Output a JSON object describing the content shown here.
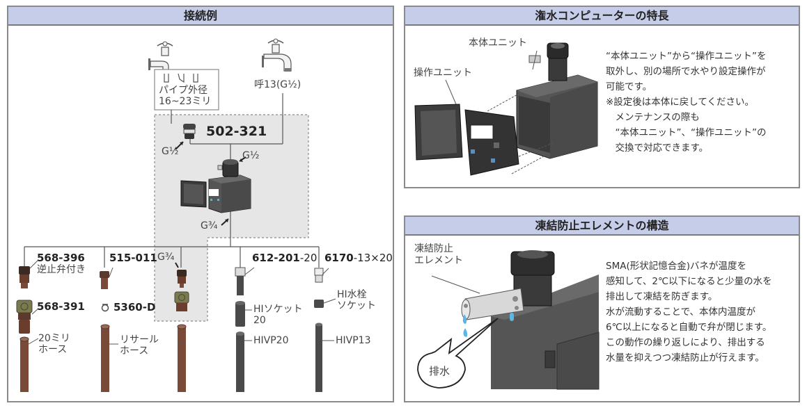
{
  "colors": {
    "header_bg": "#c6cde8",
    "panel_border": "#8a8a8a",
    "dashed_region": "#e6e6e6",
    "hose_brown": "#7a4a38",
    "pipe_gray": "#4a4a4a",
    "water_blue": "#5bb7e6"
  },
  "connection_panel": {
    "title": "接続例",
    "faucet_left": {
      "caption_line1": "パイプ外径",
      "caption_line2": "16~23ミリ"
    },
    "faucet_right": {
      "caption": "呼13(G½)"
    },
    "adapter": {
      "code": "502-321",
      "thread_label": "G½"
    },
    "controller": {
      "inlet_label": "G½",
      "outlet_label": "G¾"
    },
    "branches": [
      {
        "code": "568-396",
        "note": "逆止弁付き",
        "second_code": "568-391",
        "hose_label_line1": "20ミリ",
        "hose_label_line2": "ホース"
      },
      {
        "code": "515-011",
        "second_code": "5360-D",
        "hose_label_line1": "リサール",
        "hose_label_line2": "ホース"
      },
      {
        "thread_label": "G¾"
      },
      {
        "code": "612-201",
        "code_suffix": "-20",
        "socket_label_line1": "HIソケット",
        "socket_label_line2": "20",
        "pipe_label": "HIVP20"
      },
      {
        "code": "6170",
        "code_suffix": "-13×20",
        "socket_label_line1": "HI水栓",
        "socket_label_line2": "ソケット",
        "pipe_label": "HIVP13"
      }
    ]
  },
  "features_panel": {
    "title": "潅水コンピューターの特長",
    "label_main_unit": "本体ユニット",
    "label_control_unit": "操作ユニット",
    "description": [
      "“本体ユニット”から“操作ユニット”を",
      "取外し、別の場所で水やり設定操作が",
      "可能です。",
      "※設定後は本体に戻してください。",
      "　メンテナンスの際も",
      "　“本体ユニット”、“操作ユニット”の",
      "　交換で対応できます。"
    ]
  },
  "antifreeze_panel": {
    "title": "凍結防止エレメントの構造",
    "element_label_line1": "凍結防止",
    "element_label_line2": "エレメント",
    "drain_label": "排水",
    "description": [
      "SMA(形状記憶合金)バネが温度を",
      "感知して、2℃以下になると少量の水を",
      "排出して凍結を防ぎます。",
      "水が流動することで、本体内温度が",
      "6℃以上になると自動で弁が閉じます。",
      "この動作の繰り返しにより、排出する",
      "水量を抑えつつ凍結防止が行えます。"
    ]
  }
}
